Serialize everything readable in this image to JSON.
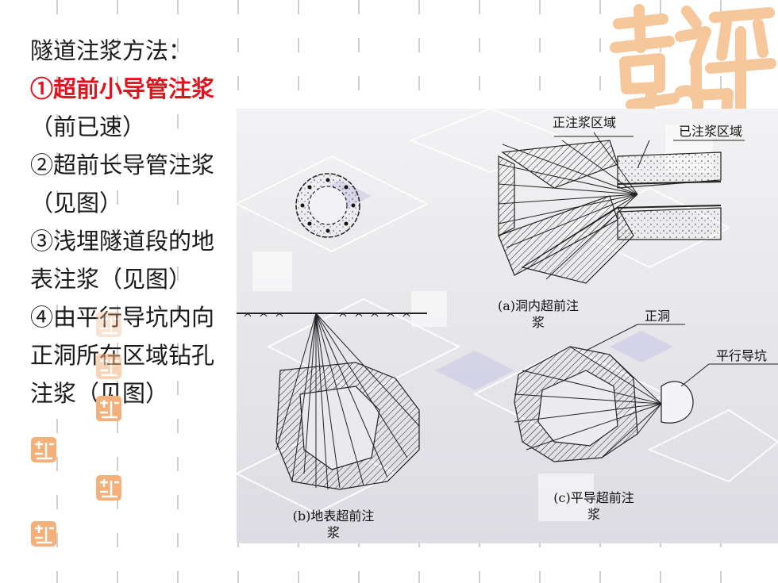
{
  "heading": "隧道注浆方法：",
  "methods": [
    {
      "lines": [
        "①超前小导管注浆"
      ],
      "highlight": true
    },
    {
      "lines": [
        "（前已速）"
      ],
      "highlight": false
    },
    {
      "lines": [
        "②超前长导管注浆",
        "（见图）"
      ],
      "highlight": false
    },
    {
      "lines": [
        "③浅埋隧道段的地",
        "表注浆（见图）"
      ],
      "highlight": false
    },
    {
      "lines": [
        "④由平行导坑内向",
        "正洞所在区域钻孔",
        "注浆（见图）"
      ],
      "highlight": false
    }
  ],
  "figure": {
    "labels": {
      "grouting_zone": "正注浆区域",
      "grouted_zone": "已注浆区域",
      "main_tunnel": "正洞",
      "parallel_heading": "平行导坑"
    },
    "captions": {
      "a": [
        "(a)洞内超前注",
        "浆"
      ],
      "b": [
        "(b)地表超前注",
        "浆"
      ],
      "c": [
        "(c)平导超前注",
        "浆"
      ]
    }
  },
  "colors": {
    "text": "#1a1a1a",
    "highlight": "#e0141e",
    "logo": "#f6c79a"
  },
  "icons": [
    "logo-seal-icon",
    "small-seal-icon"
  ]
}
